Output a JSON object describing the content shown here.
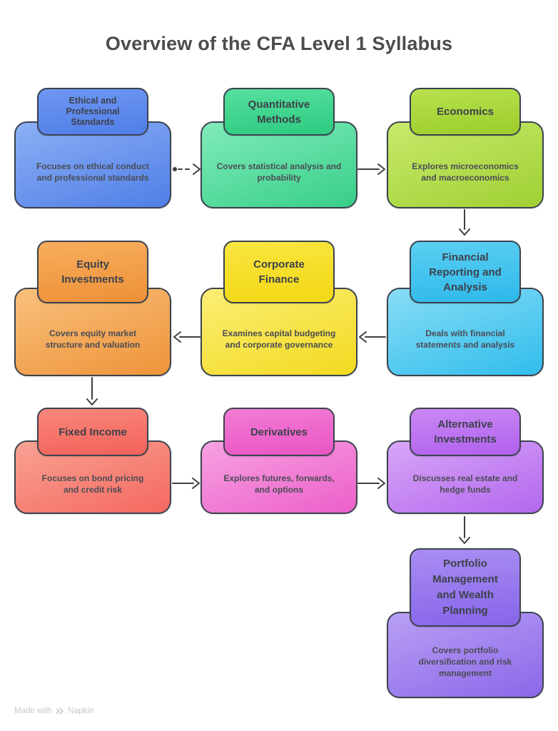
{
  "title": "Overview of the CFA Level 1 Syllabus",
  "nodes": [
    {
      "id": "ethical-standards",
      "title": "Ethical and Professional Standards",
      "description": "Focuses on ethical conduct and professional standards",
      "color": "#5b87ea"
    },
    {
      "id": "quantitative-methods",
      "title": "Quantitative Methods",
      "description": "Covers statistical analysis and probability",
      "color": "#3ed390"
    },
    {
      "id": "economics",
      "title": "Economics",
      "description": "Explores microeconomics and macroeconomics",
      "color": "#a9d83b"
    },
    {
      "id": "equity-investments",
      "title": "Equity Investments",
      "description": "Covers equity market structure and valuation",
      "color": "#f2a355"
    },
    {
      "id": "corporate-finance",
      "title": "Corporate Finance",
      "description": "Examines capital budgeting and corporate governance",
      "color": "#f6df2e"
    },
    {
      "id": "financial-reporting",
      "title": "Financial Reporting and Analysis",
      "description": "Deals with financial statements and analysis",
      "color": "#45c4ef"
    },
    {
      "id": "fixed-income",
      "title": "Fixed Income",
      "description": "Focuses on bond pricing and credit risk",
      "color": "#f5776c"
    },
    {
      "id": "derivatives",
      "title": "Derivatives",
      "description": "Explores futures, forwards, and options",
      "color": "#ee66cc"
    },
    {
      "id": "alternative-investments",
      "title": "Alternative Investments",
      "description": "Discusses real estate and hedge funds",
      "color": "#bd77f0"
    },
    {
      "id": "portfolio-management",
      "title": "Portfolio Management and Wealth Planning",
      "description": "Covers portfolio diversification and risk management",
      "color": "#9678ee"
    }
  ],
  "connections": [
    {
      "from": "ethical-standards",
      "to": "quantitative-methods",
      "style": "dashed"
    },
    {
      "from": "quantitative-methods",
      "to": "economics",
      "style": "solid"
    },
    {
      "from": "economics",
      "to": "financial-reporting",
      "style": "solid"
    },
    {
      "from": "financial-reporting",
      "to": "corporate-finance",
      "style": "solid"
    },
    {
      "from": "corporate-finance",
      "to": "equity-investments",
      "style": "solid"
    },
    {
      "from": "equity-investments",
      "to": "fixed-income",
      "style": "solid"
    },
    {
      "from": "fixed-income",
      "to": "derivatives",
      "style": "solid"
    },
    {
      "from": "derivatives",
      "to": "alternative-investments",
      "style": "solid"
    },
    {
      "from": "alternative-investments",
      "to": "portfolio-management",
      "style": "solid"
    }
  ],
  "arrow_color": "#3f3f3f",
  "footer": {
    "made_with": "Made with",
    "brand": "Napkin"
  }
}
